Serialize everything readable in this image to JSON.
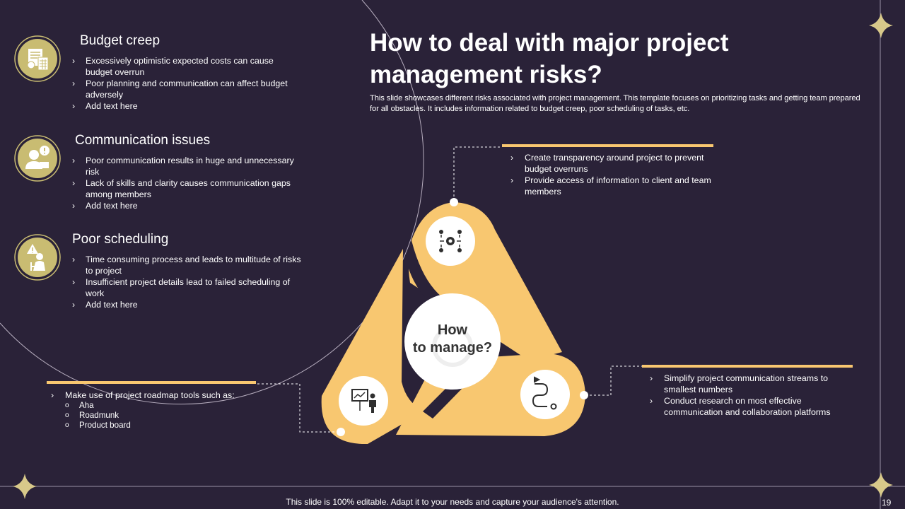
{
  "colors": {
    "background": "#2a2238",
    "accent": "#f8c770",
    "icon_circle": "#c9bc72",
    "star": "#d8c98a"
  },
  "slide": {
    "title": "How to deal with major project management risks?",
    "subtitle": "This slide showcases different risks associated with project management. This template focuses on prioritizing tasks and getting team prepared for all obstacles. It includes information related to budget creep, poor scheduling of tasks, etc.",
    "footer": "This slide is 100% editable. Adapt it to your needs and capture your audience's attention.",
    "page_number": "19"
  },
  "risks": [
    {
      "title": "Budget creep",
      "icon": "budget-calculator-icon",
      "bullets": [
        "Excessively optimistic expected costs can cause budget overrun",
        "Poor planning and communication can affect budget adversely",
        "Add text here"
      ]
    },
    {
      "title": "Communication issues",
      "icon": "communication-alert-icon",
      "bullets": [
        "Poor communication results in huge and unnecessary risk",
        "Lack of skills and clarity causes communication gaps among members",
        "Add text here"
      ]
    },
    {
      "title": "Poor scheduling",
      "icon": "scheduling-warning-icon",
      "bullets": [
        "Time consuming process and leads to multitude of risks to project",
        "Insufficient project details lead to failed scheduling of work",
        "Add text here"
      ]
    }
  ],
  "center": {
    "line1": "How",
    "line2": "to manage?"
  },
  "solutions": {
    "top": {
      "icon": "team-network-gear-icon",
      "bullets": [
        "Create transparency around project to prevent budget overruns",
        "Provide access of information to client and team members"
      ]
    },
    "right": {
      "icon": "process-path-icon",
      "bullets": [
        "Simplify project communication streams to smallest numbers",
        "Conduct research on most effective communication and collaboration platforms"
      ]
    },
    "left": {
      "icon": "presentation-roadmap-icon",
      "bullet": "Make use of project roadmap tools such as:",
      "tools": [
        "Aha",
        "Roadmunk",
        "Product board"
      ]
    }
  }
}
